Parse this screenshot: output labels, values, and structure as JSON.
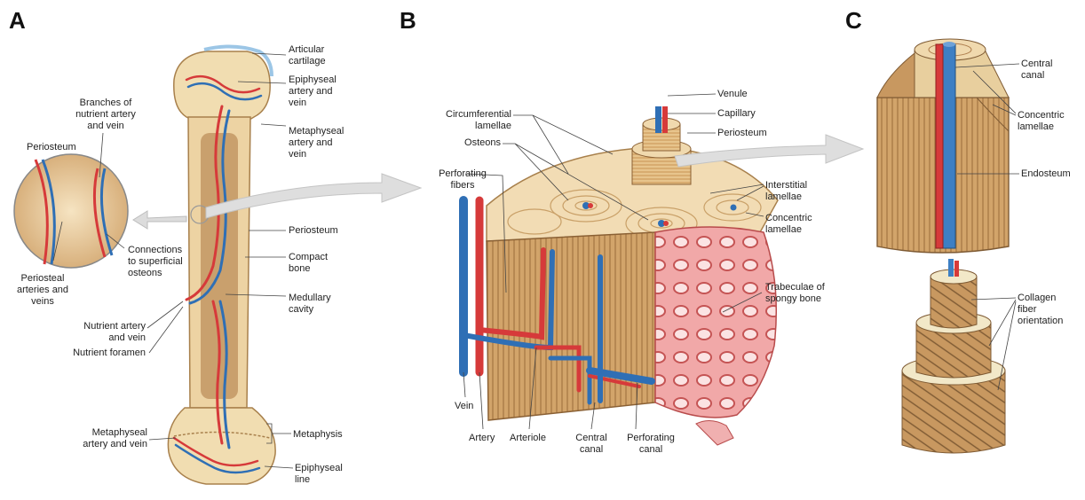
{
  "panels": {
    "a": "A",
    "b": "B",
    "c": "C"
  },
  "labels_a": {
    "articular_cartilage": "Articular\ncartilage",
    "epiphyseal_artery_vein": "Epiphyseal\nartery and\nvein",
    "metaphyseal_artery_vein_top": "Metaphyseal\nartery and\nvein",
    "branches_nutrient": "Branches of\nnutrient artery\nand vein",
    "periosteum_inset": "Periosteum",
    "periosteum": "Periosteum",
    "compact_bone": "Compact\nbone",
    "connections": "Connections\nto superficial\nosteons",
    "periosteal_arteries": "Periosteal\narteries and\nveins",
    "medullary_cavity": "Medullary\ncavity",
    "nutrient_artery_vein": "Nutrient artery\nand vein",
    "nutrient_foramen": "Nutrient foramen",
    "metaphysis": "Metaphysis",
    "metaphyseal_artery_vein_bottom": "Metaphyseal\nartery and vein",
    "epiphyseal_line": "Epiphyseal\nline"
  },
  "labels_b": {
    "venule": "Venule",
    "capillary": "Capillary",
    "periosteum": "Periosteum",
    "circumferential_lamellae": "Circumferential\nlamellae",
    "osteons": "Osteons",
    "perforating_fibers": "Perforating\nfibers",
    "interstitial_lamellae": "Interstitial\nlamellae",
    "concentric_lamellae": "Concentric\nlamellae",
    "trabeculae": "Trabeculae of\nspongy bone",
    "vein": "Vein",
    "artery": "Artery",
    "arteriole": "Arteriole",
    "central_canal": "Central\ncanal",
    "perforating_canal": "Perforating\ncanal"
  },
  "labels_c": {
    "central_canal": "Central\ncanal",
    "concentric_lamellae": "Concentric\nlamellae",
    "endosteum": "Endosteum",
    "collagen_fiber": "Collagen\nfiber\norientation"
  },
  "colors": {
    "bone": "#f3dfb8",
    "bone_dark": "#d9b27a",
    "artery": "#d63a3a",
    "vein": "#2f6fb5",
    "spongy": "#e98a8a",
    "cartilage": "#b9d8ee",
    "arrow": "#d9d9d9"
  }
}
